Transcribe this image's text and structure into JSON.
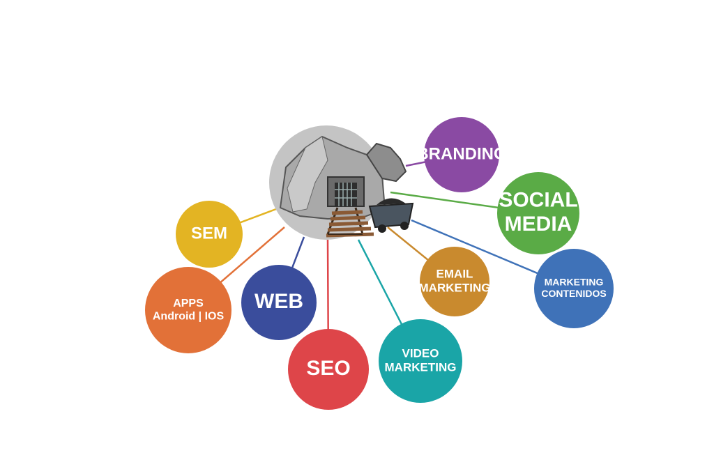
{
  "nodes": [
    {
      "id": "branding",
      "lines": [
        "BRANDING"
      ],
      "color": "#8a4aa3"
    },
    {
      "id": "social-media",
      "lines": [
        "SOCIAL",
        "MEDIA"
      ],
      "color": "#5aab46"
    },
    {
      "id": "marketing-contenidos",
      "lines": [
        "MARKETING",
        "CONTENIDOS"
      ],
      "color": "#3f72b8"
    },
    {
      "id": "email-marketing",
      "lines": [
        "EMAIL",
        "MARKETING"
      ],
      "color": "#c98a2e"
    },
    {
      "id": "video-marketing",
      "lines": [
        "VIDEO",
        "MARKETING"
      ],
      "color": "#1aa5a7"
    },
    {
      "id": "seo",
      "lines": [
        "SEO"
      ],
      "color": "#de4549"
    },
    {
      "id": "web",
      "lines": [
        "WEB"
      ],
      "color": "#3a4d9c"
    },
    {
      "id": "apps",
      "lines": [
        "APPS",
        "Android | IOS"
      ],
      "color": "#e27138"
    },
    {
      "id": "sem",
      "lines": [
        "SEM"
      ],
      "color": "#e3b423"
    }
  ],
  "center": {
    "icon": "mine-entrance-icon",
    "color": "#bdbdbd"
  }
}
